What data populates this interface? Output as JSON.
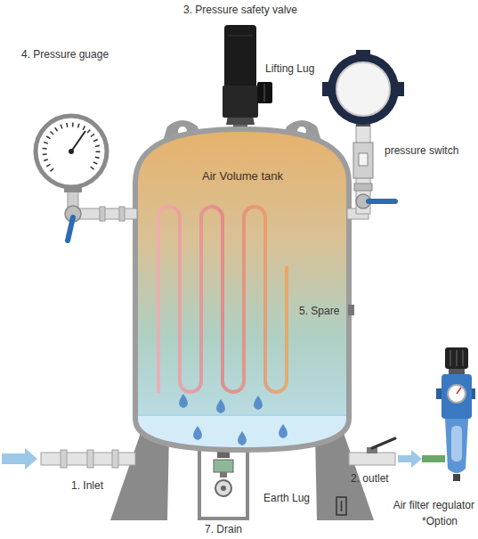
{
  "diagram": {
    "nodes": [
      {
        "text": [
          "Air Volume tank"
        ]
      }
    ],
    "labels": [
      "3. Pressure safety valve",
      "4. Pressure guage",
      "Lifting Lug",
      "pressure switch",
      "5. Spare",
      "1. Inlet",
      "2. outlet",
      "Earth Lug",
      "Air filter regulator",
      "*Option",
      "7. Drain"
    ]
  }
}
